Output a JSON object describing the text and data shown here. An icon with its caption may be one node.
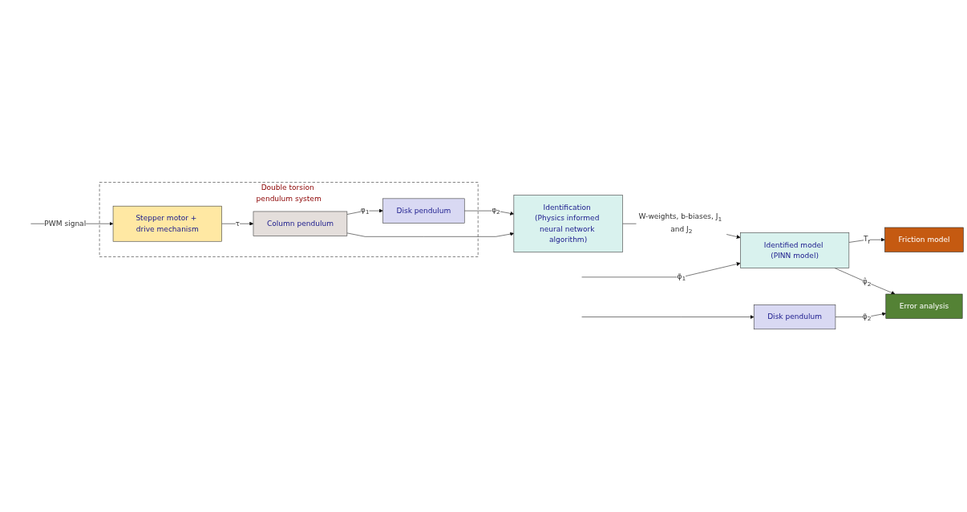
{
  "diagram": {
    "nodes": [
      {
        "text": [
          "Double torsion pendulum system"
        ]
      },
      {
        "text": [
          "Stepper motor + drive mechanism"
        ],
        "in": 0
      },
      {
        "text": [
          "Column pendulum"
        ],
        "in": 0
      },
      {
        "text": [
          "Disk pendulum"
        ],
        "in": 0
      },
      {
        "text": [
          "Identification (Physics informed neural network algorithm)"
        ]
      },
      {
        "text": [
          "Identified model (PINN model)"
        ]
      },
      {
        "text": [
          "Friction model"
        ]
      },
      {
        "text": [
          "Error analysis"
        ]
      },
      {
        "text": [
          "Disk pendulum"
        ]
      }
    ],
    "edges": [
      {
        "from": null,
        "to": 1,
        "arrow": "to",
        "label": "PWM signal"
      },
      {
        "from": 1,
        "to": 2,
        "arrow": "to",
        "label": "τ"
      },
      {
        "from": 2,
        "to": 3,
        "arrow": "to",
        "label": "φ$_{1}$"
      },
      {
        "from": 3,
        "to": 4,
        "arrow": "to",
        "label": "φ$_{2}$"
      },
      {
        "from": 2,
        "to": 4,
        "arrow": "to"
      },
      {
        "from": 4,
        "to": 5,
        "arrow": "to",
        "label": "W-weights, b-biases, J$_{1}$ and J$_{2}$"
      },
      {
        "from": 5,
        "to": 6,
        "arrow": "to",
        "label": "T$_{f}$"
      },
      {
        "from": 5,
        "to": 7,
        "arrow": "to",
        "label": "φ̂$_{2}$"
      },
      {
        "from": null,
        "to": 5,
        "arrow": "to",
        "label": "φ̃$_{1}$"
      },
      {
        "from": null,
        "to": 8,
        "arrow": "to"
      },
      {
        "from": 8,
        "to": 7,
        "arrow": "to",
        "label": "φ̃$_{2}$"
      }
    ]
  }
}
